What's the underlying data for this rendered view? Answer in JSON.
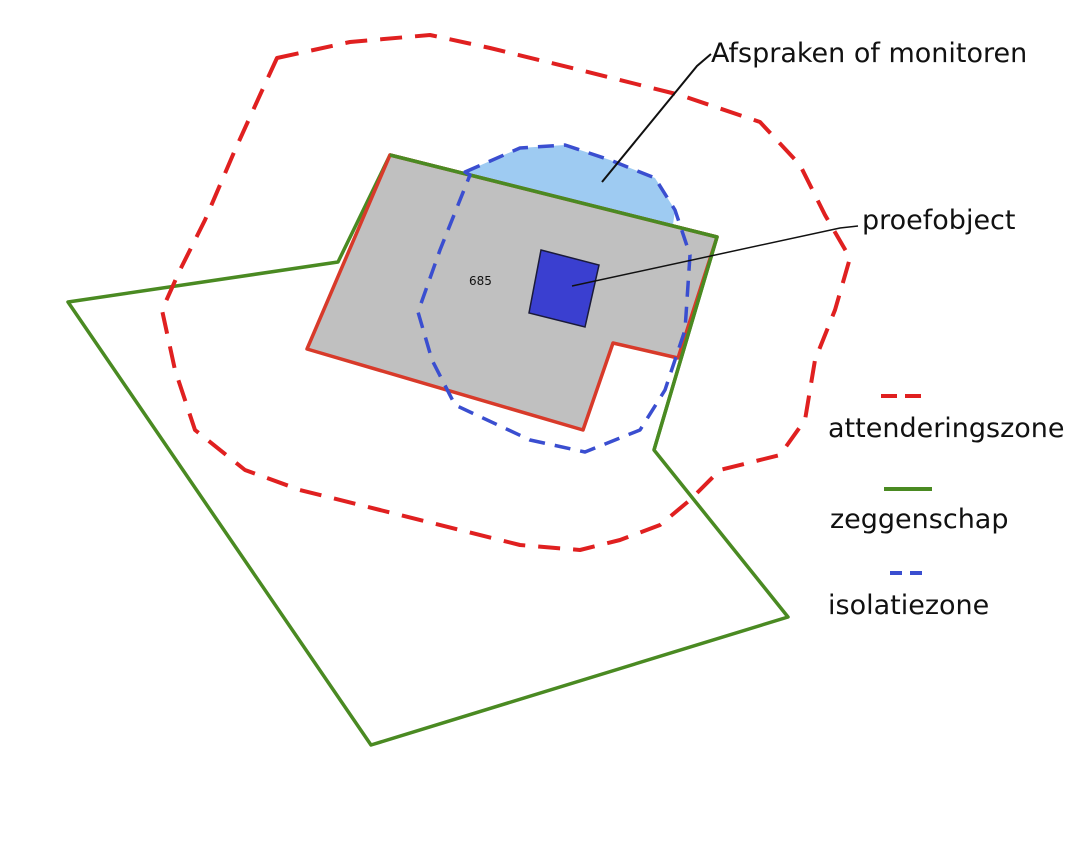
{
  "annotations": {
    "monitoring": "Afspraken of monitoren",
    "test_object": "proefobject",
    "parcel_number": "685"
  },
  "legend": [
    {
      "label": "attenderingszone",
      "style": "dashed",
      "color": "#e02020"
    },
    {
      "label": "zeggenschap",
      "style": "solid",
      "color": "#4a8a22"
    },
    {
      "label": "isolatiezone",
      "style": "dashed",
      "color": "#3a4ed0"
    }
  ],
  "colors": {
    "attenderingszone": "#e02020",
    "zeggenschap": "#4a8a22",
    "isolatiezone": "#3a4ed0",
    "parcel_fill": "#c0c0c0",
    "parcel_border": "#d83a2a",
    "monitoring_area": "#9ecbf2",
    "test_object": "#3a3fd0"
  }
}
